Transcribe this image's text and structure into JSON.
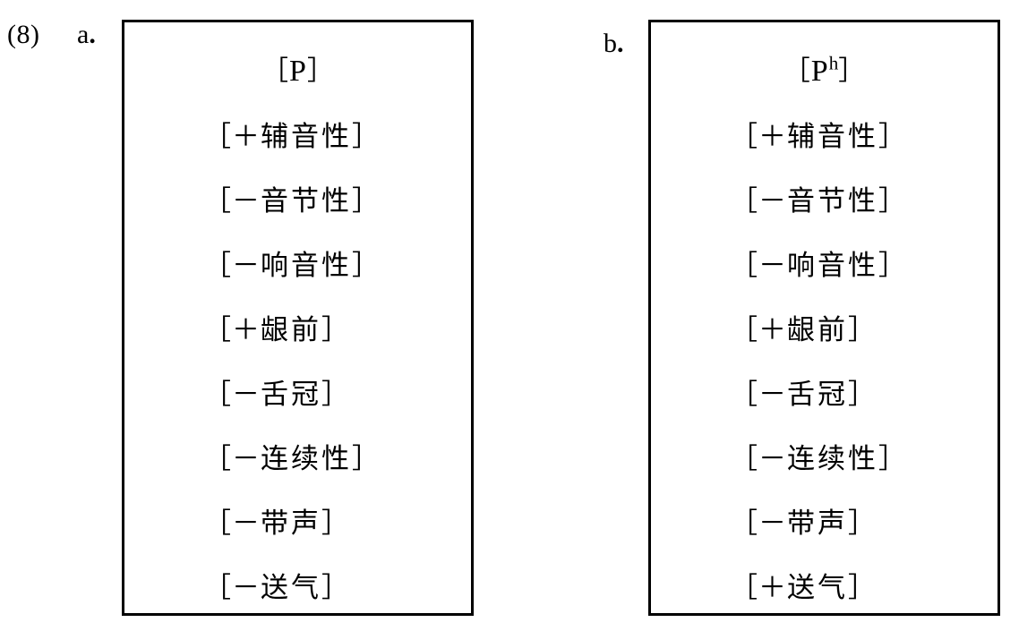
{
  "example": {
    "number": "(8)"
  },
  "matrices": [
    {
      "label_letter": "a",
      "label_dot": ".",
      "segment": {
        "open_bracket": "［",
        "symbol": "P",
        "superscript": "",
        "close_bracket": "］"
      },
      "features": [
        {
          "open": "［",
          "sign": "＋",
          "name": "辅音性",
          "close": "］"
        },
        {
          "open": "［",
          "sign": "－",
          "name": "音节性",
          "close": "］"
        },
        {
          "open": "［",
          "sign": "－",
          "name": "响音性",
          "close": "］"
        },
        {
          "open": "［",
          "sign": "＋",
          "name": "龈前",
          "close": "］"
        },
        {
          "open": "［",
          "sign": "－",
          "name": "舌冠",
          "close": "］"
        },
        {
          "open": "［",
          "sign": "－",
          "name": "连续性",
          "close": "］"
        },
        {
          "open": "［",
          "sign": "－",
          "name": "带声",
          "close": "］"
        },
        {
          "open": "［",
          "sign": "－",
          "name": "送气",
          "close": "］"
        }
      ]
    },
    {
      "label_letter": "b",
      "label_dot": ".",
      "segment": {
        "open_bracket": "［",
        "symbol": "P",
        "superscript": "h",
        "close_bracket": "］"
      },
      "features": [
        {
          "open": "［",
          "sign": "＋",
          "name": "辅音性",
          "close": "］"
        },
        {
          "open": "［",
          "sign": "－",
          "name": "音节性",
          "close": "］"
        },
        {
          "open": "［",
          "sign": "－",
          "name": "响音性",
          "close": "］"
        },
        {
          "open": "［",
          "sign": "＋",
          "name": "龈前",
          "close": "］"
        },
        {
          "open": "［",
          "sign": "－",
          "name": "舌冠",
          "close": "］"
        },
        {
          "open": "［",
          "sign": "－",
          "name": "连续性",
          "close": "］"
        },
        {
          "open": "［",
          "sign": "－",
          "name": "带声",
          "close": "］"
        },
        {
          "open": "［",
          "sign": "＋",
          "name": "送气",
          "close": "］"
        }
      ]
    }
  ],
  "colors": {
    "ink": "#000000",
    "paper": "#ffffff"
  }
}
